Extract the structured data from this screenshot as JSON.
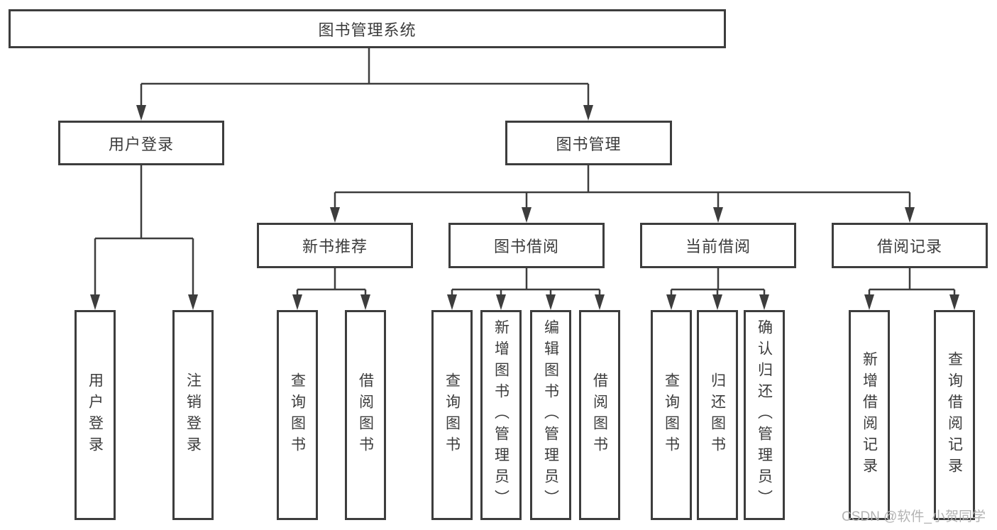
{
  "tree": {
    "root": {
      "label": "图书管理系统"
    },
    "branches": [
      {
        "label": "用户登录",
        "children": [
          {
            "label": "用户登录"
          },
          {
            "label": "注销登录"
          }
        ]
      },
      {
        "label": "图书管理",
        "children": [
          {
            "label": "新书推荐",
            "children": [
              {
                "label": "查询图书"
              },
              {
                "label": "借阅图书"
              }
            ]
          },
          {
            "label": "图书借阅",
            "children": [
              {
                "label": "查询图书"
              },
              {
                "label": "新增图书（管理员）"
              },
              {
                "label": "编辑图书（管理员）"
              },
              {
                "label": "借阅图书"
              }
            ]
          },
          {
            "label": "当前借阅",
            "children": [
              {
                "label": "查询图书"
              },
              {
                "label": "归还图书"
              },
              {
                "label": "确认归还（管理员）"
              }
            ]
          },
          {
            "label": "借阅记录",
            "children": [
              {
                "label": "新增借阅记录"
              },
              {
                "label": "查询借阅记录"
              }
            ]
          }
        ]
      }
    ]
  },
  "watermark": {
    "text": "CSDN @软件_小贺同学"
  },
  "colors": {
    "line": "#3d3d3d",
    "text": "#3c3c3c",
    "box_background": "#ffffff",
    "watermark": "#b3b3b3"
  }
}
